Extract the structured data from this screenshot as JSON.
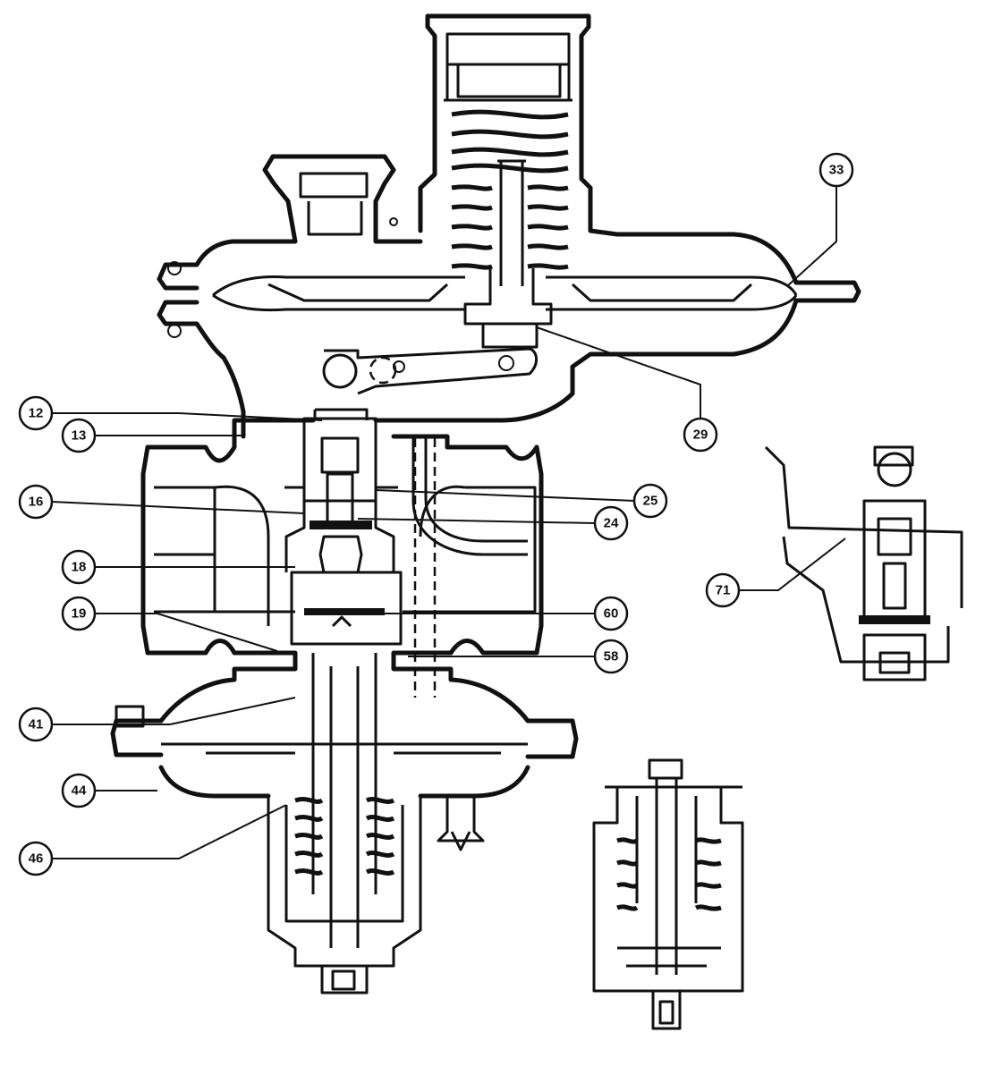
{
  "diagram": {
    "callouts": [
      {
        "id": "c12",
        "label": "12"
      },
      {
        "id": "c13",
        "label": "13"
      },
      {
        "id": "c16",
        "label": "16"
      },
      {
        "id": "c18",
        "label": "18"
      },
      {
        "id": "c19",
        "label": "19"
      },
      {
        "id": "c41",
        "label": "41"
      },
      {
        "id": "c44",
        "label": "44"
      },
      {
        "id": "c46",
        "label": "46"
      },
      {
        "id": "c33",
        "label": "33"
      },
      {
        "id": "c29",
        "label": "29"
      },
      {
        "id": "c25",
        "label": "25"
      },
      {
        "id": "c24",
        "label": "24"
      },
      {
        "id": "c60",
        "label": "60"
      },
      {
        "id": "c58",
        "label": "58"
      },
      {
        "id": "c71",
        "label": "71"
      }
    ]
  }
}
